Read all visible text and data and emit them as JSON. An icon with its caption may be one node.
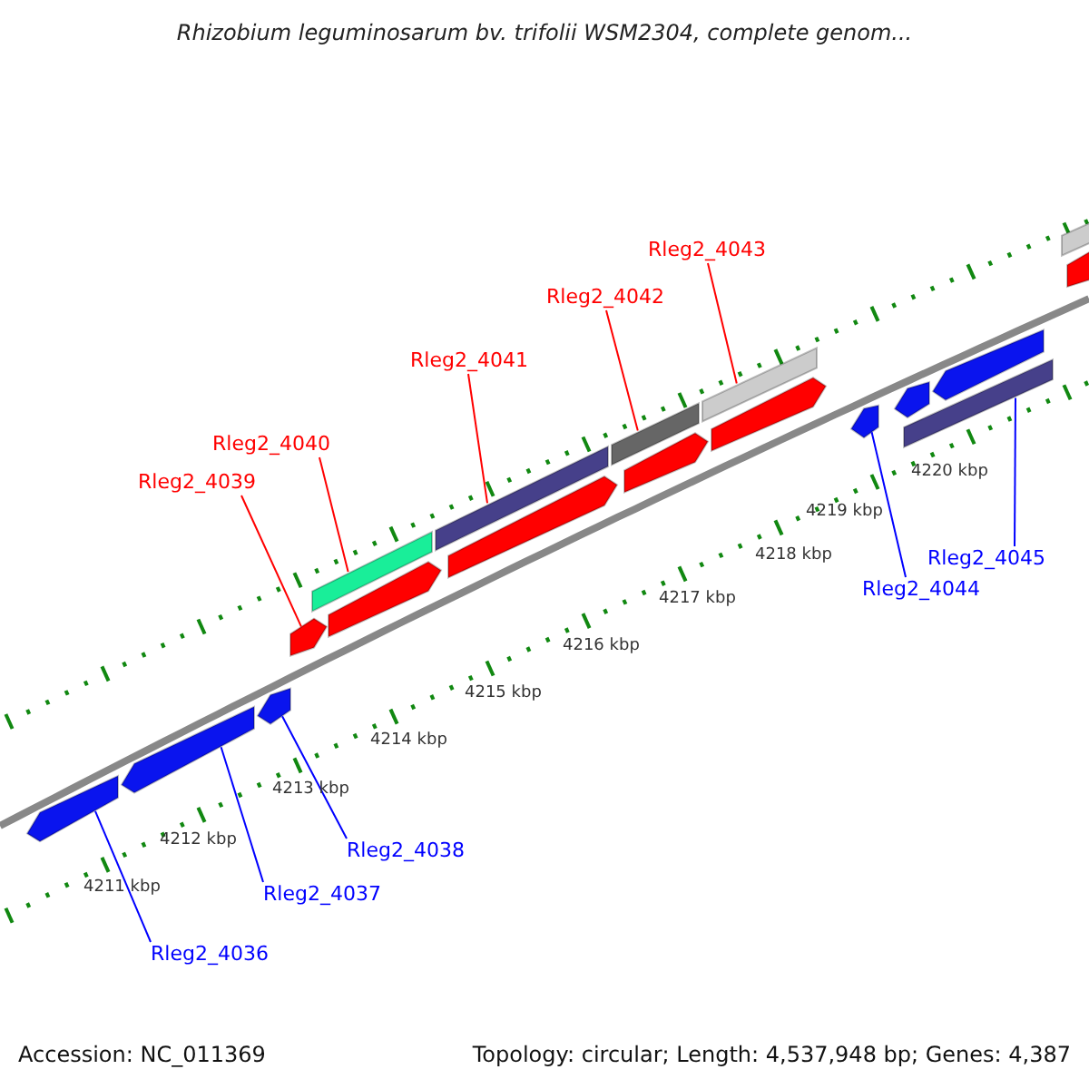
{
  "diagram": {
    "title": "Rhizobium leguminosarum bv. trifolii WSM2304, complete genom...",
    "nodes": [
      {
        "text": [
          "Rleg2_4043"
        ]
      },
      {
        "text": [
          "Rleg2_4042"
        ]
      },
      {
        "text": [
          "Rleg2_4041"
        ]
      },
      {
        "text": [
          "Rleg2_4040"
        ]
      },
      {
        "text": [
          "Rleg2_4039"
        ]
      },
      {
        "text": [
          "Rleg2_4045"
        ]
      },
      {
        "text": [
          "Rleg2_4044"
        ]
      },
      {
        "text": [
          "Rleg2_4038"
        ]
      },
      {
        "text": [
          "Rleg2_4037"
        ]
      },
      {
        "text": [
          "Rleg2_4036"
        ]
      },
      {
        "text": [],
        "shape": "pentagon"
      },
      {
        "text": [],
        "shape": "pentagon"
      },
      {
        "text": [],
        "shape": "pentagon"
      },
      {
        "text": [],
        "shape": "pentagon"
      },
      {
        "text": [],
        "shape": "pentagon"
      },
      {
        "text": [],
        "shape": "pentagon"
      },
      {
        "text": [],
        "shape": "bar"
      },
      {
        "text": [],
        "shape": "bar"
      },
      {
        "text": [],
        "shape": "bar"
      },
      {
        "text": [],
        "shape": "bar"
      },
      {
        "text": [],
        "shape": "bar"
      },
      {
        "text": [],
        "shape": "pentagon"
      },
      {
        "text": [],
        "shape": "pentagon"
      },
      {
        "text": [],
        "shape": "pentagon"
      },
      {
        "text": [],
        "shape": "pentagon"
      },
      {
        "text": [],
        "shape": "pentagon"
      },
      {
        "text": [],
        "shape": "pentagon"
      },
      {
        "text": [],
        "shape": "bar"
      }
    ],
    "edges": [
      {
        "from": 0,
        "to": 19,
        "arrow": "none"
      },
      {
        "from": 1,
        "to": 18,
        "arrow": "none"
      },
      {
        "from": 2,
        "to": 17,
        "arrow": "none"
      },
      {
        "from": 3,
        "to": 16,
        "arrow": "none"
      },
      {
        "from": 4,
        "to": 10,
        "arrow": "none"
      },
      {
        "from": 5,
        "to": 27,
        "arrow": "none",
        "color": "#0000ff"
      },
      {
        "from": 6,
        "to": 24,
        "arrow": "none",
        "color": "#0000ff"
      },
      {
        "from": 7,
        "to": 23,
        "arrow": "none",
        "color": "#0000ff"
      },
      {
        "from": 8,
        "to": 22,
        "arrow": "none",
        "color": "#0000ff"
      },
      {
        "from": 9,
        "to": 21,
        "arrow": "none",
        "color": "#0000ff"
      }
    ],
    "labels": [
      "4220 kbp",
      "4219 kbp",
      "4218 kbp",
      "4217 kbp",
      "4216 kbp",
      "4215 kbp",
      "4214 kbp",
      "4213 kbp",
      "4212 kbp",
      "4211 kbp",
      "Accession: NC_011369",
      "Topology: circular; Length: 4,537,948 bp; Genes: 4,387"
    ]
  }
}
